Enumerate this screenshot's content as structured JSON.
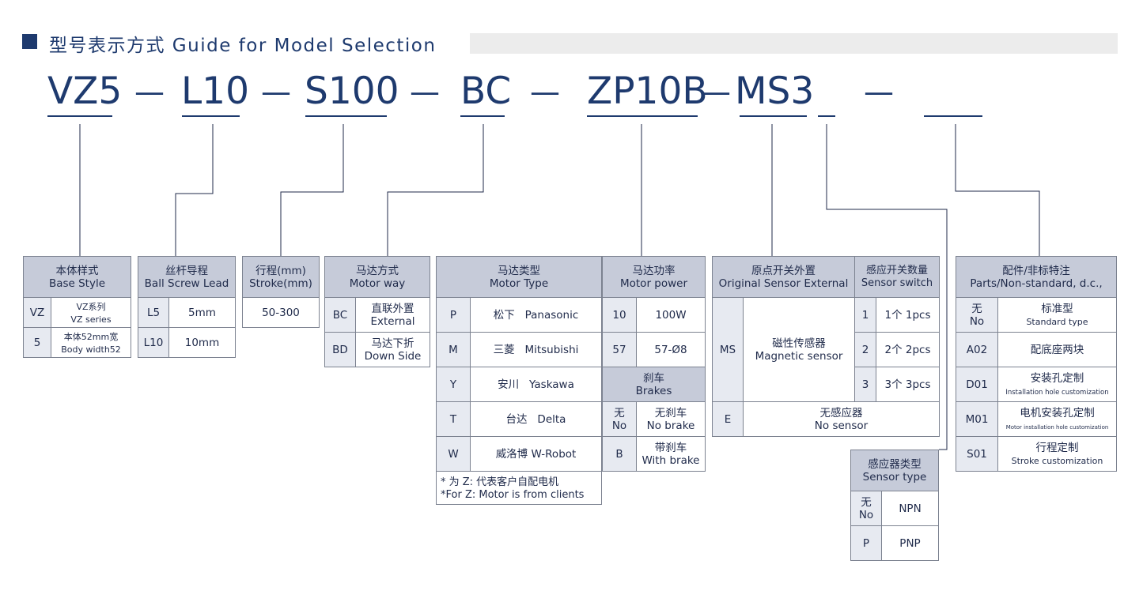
{
  "header": {
    "title": "型号表示方式  Guide for Model Selection"
  },
  "model_code": {
    "parts": [
      "VZ5",
      "L10",
      "S100",
      "BC",
      "ZP10B",
      "MS3"
    ],
    "separator": "—"
  },
  "tables": {
    "base_style": {
      "header": [
        "本体样式",
        "Base Style"
      ],
      "rows": [
        {
          "code": "VZ",
          "cn": "VZ系列",
          "en": "VZ series"
        },
        {
          "code": "5",
          "cn": "本体52mm宽",
          "en": "Body width52"
        }
      ]
    },
    "ball_screw": {
      "header": [
        "丝杆导程",
        "Ball Screw Lead"
      ],
      "rows": [
        {
          "code": "L5",
          "value": "5mm"
        },
        {
          "code": "L10",
          "value": "10mm"
        }
      ]
    },
    "stroke": {
      "header": [
        "行程(mm)",
        "Stroke(mm)"
      ],
      "value": "50-300"
    },
    "motor_way": {
      "header": [
        "马达方式",
        "Motor way"
      ],
      "rows": [
        {
          "code": "BC",
          "cn": "直联外置",
          "en": "External"
        },
        {
          "code": "BD",
          "cn": "马达下折",
          "en": "Down Side"
        }
      ]
    },
    "motor_type": {
      "header": [
        "马达类型",
        "Motor Type"
      ],
      "rows": [
        {
          "code": "P",
          "cn": "松下",
          "en": "Panasonic"
        },
        {
          "code": "M",
          "cn": "三菱",
          "en": "Mitsubishi"
        },
        {
          "code": "Y",
          "cn": "安川",
          "en": "Yaskawa"
        },
        {
          "code": "T",
          "cn": "台达",
          "en": "Delta"
        },
        {
          "code": "W",
          "cn": "威洛博",
          "en": "W-Robot"
        }
      ],
      "note_cn": "* 为 Z: 代表客户自配电机",
      "note_en": "*For Z: Motor is from clients"
    },
    "motor_power": {
      "header": [
        "马达功率",
        "Motor power"
      ],
      "rows": [
        {
          "code": "10",
          "value": "100W"
        },
        {
          "code": "57",
          "value": "57-Ø8"
        }
      ]
    },
    "brakes": {
      "header": [
        "刹车",
        "Brakes"
      ],
      "rows": [
        {
          "code_cn": "无",
          "code_en": "No",
          "cn": "无刹车",
          "en": "No brake"
        },
        {
          "code_cn": "",
          "code_en": "B",
          "cn": "带刹车",
          "en": "With brake"
        }
      ]
    },
    "origin_sensor": {
      "header": [
        "原点开关外置",
        "Original Sensor External"
      ],
      "ms": {
        "code": "MS",
        "cn": "磁性传感器",
        "en": "Magnetic sensor"
      },
      "e": {
        "code": "E",
        "cn": "无感应器",
        "en": "No sensor"
      }
    },
    "sensor_switch": {
      "header": [
        "感应开关数量",
        "Sensor switch"
      ],
      "rows": [
        {
          "code": "1",
          "value": "1个 1pcs"
        },
        {
          "code": "2",
          "value": "2个 2pcs"
        },
        {
          "code": "3",
          "value": "3个 3pcs"
        }
      ]
    },
    "sensor_type": {
      "header": [
        "感应器类型",
        "Sensor type"
      ],
      "rows": [
        {
          "code_cn": "无",
          "code_en": "No",
          "value": "NPN"
        },
        {
          "code_cn": "",
          "code_en": "P",
          "value": "PNP"
        }
      ]
    },
    "parts": {
      "header": [
        "配件/非标特注",
        "Parts/Non-standard, d.c.,"
      ],
      "rows": [
        {
          "code_cn": "无",
          "code_en": "No",
          "cn": "标准型",
          "en": "Standard type",
          "en_size": "sm"
        },
        {
          "code_cn": "",
          "code_en": "A02",
          "cn": "配底座两块",
          "en": "",
          "en_size": "sm"
        },
        {
          "code_cn": "",
          "code_en": "D01",
          "cn": "安装孔定制",
          "en": "Installation hole customization",
          "en_size": "xs"
        },
        {
          "code_cn": "",
          "code_en": "M01",
          "cn": "电机安装孔定制",
          "en": "Motor installation hole customization",
          "en_size": "xs"
        },
        {
          "code_cn": "",
          "code_en": "S01",
          "cn": "行程定制",
          "en": "Stroke customization",
          "en_size": "sm"
        }
      ]
    }
  }
}
